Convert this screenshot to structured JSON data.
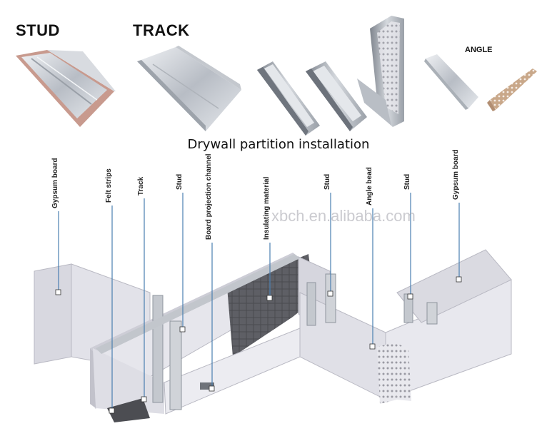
{
  "headings": {
    "stud": "STUD",
    "track": "TRACK",
    "angle": "ANGLE"
  },
  "caption": "Drywall partition installation",
  "watermark": "xbch.en.alibaba.com",
  "diagram_labels": {
    "gypsum_board_left": "Gypsum board",
    "felt_strips": "Felt strips",
    "track": "Track",
    "stud_1": "Stud",
    "board_projection_channel": "Board projection channel",
    "insulating_material": "Insulating material",
    "stud_2": "Stud",
    "angle_bead": "Angle bead",
    "stud_3": "Stud",
    "gypsum_board_right": "Gypsum board"
  },
  "colors": {
    "steel_light": "#d9dde2",
    "steel_mid": "#b5bac2",
    "steel_dark": "#8e949d",
    "board": "#e4e4ea",
    "board_shade": "#d2d2da",
    "insulation": "#5d5e63",
    "leader": "#4a7fb0"
  }
}
